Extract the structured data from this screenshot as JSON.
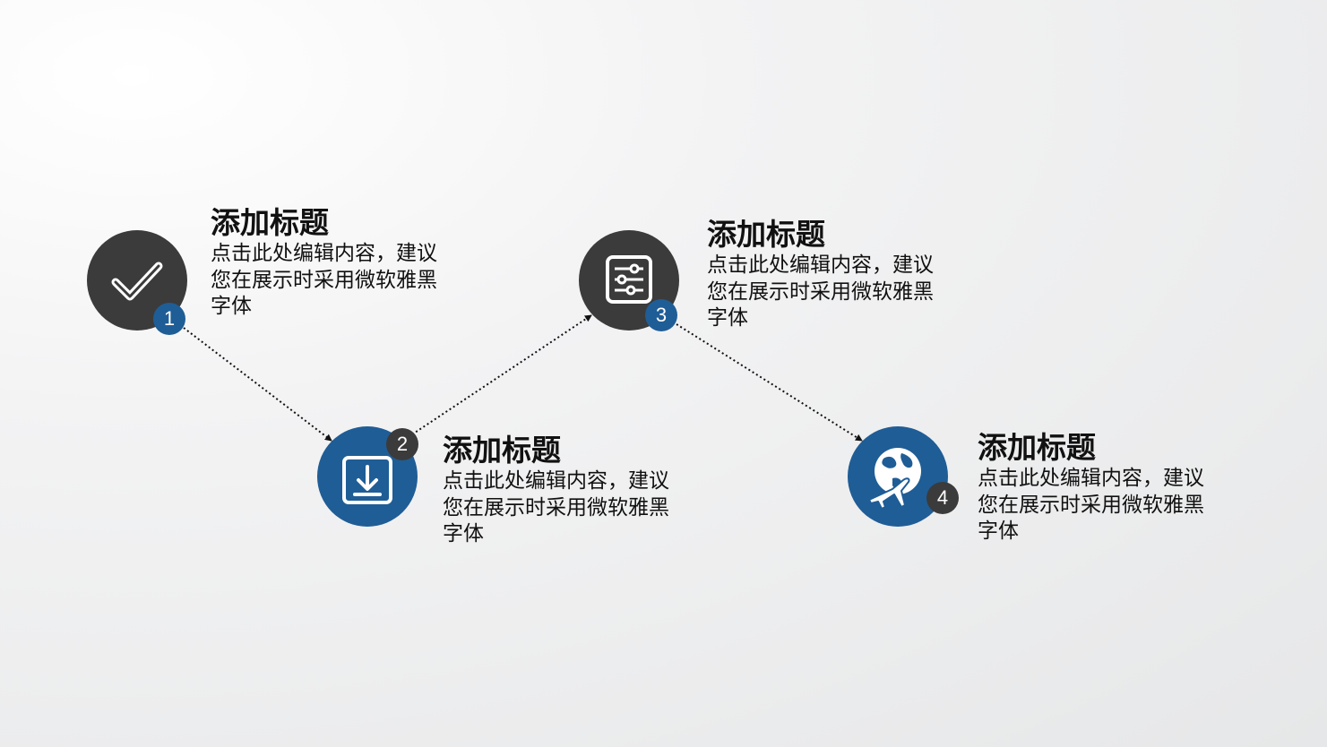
{
  "colors": {
    "dark": "#3b3b3b",
    "blue": "#1f5d96",
    "text": "#111111"
  },
  "steps": [
    {
      "number": "1",
      "icon": "check-icon",
      "title": "添加标题",
      "desc": "点击此处编辑内容，建议您在展示时采用微软雅黑字体"
    },
    {
      "number": "2",
      "icon": "download-icon",
      "title": "添加标题",
      "desc": "点击此处编辑内容，建议您在展示时采用微软雅黑字体"
    },
    {
      "number": "3",
      "icon": "sliders-icon",
      "title": "添加标题",
      "desc": "点击此处编辑内容，建议您在展示时采用微软雅黑字体"
    },
    {
      "number": "4",
      "icon": "globe-plane-icon",
      "title": "添加标题",
      "desc": "点击此处编辑内容，建议您在展示时采用微软雅黑字体"
    }
  ]
}
